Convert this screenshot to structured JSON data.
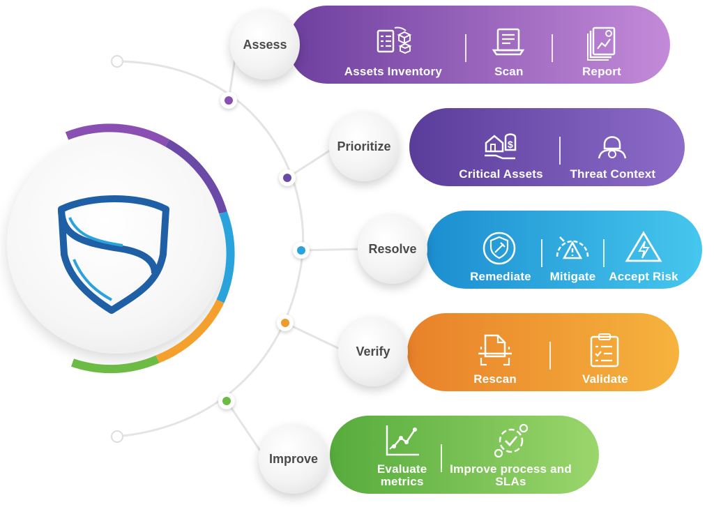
{
  "logo_icon": "shield-s-logo",
  "steps": [
    {
      "key": "assess",
      "label": "Assess",
      "colors": [
        "#6d3f9e",
        "#c48ad9"
      ],
      "dot": "#8a4fb3",
      "items": [
        {
          "label": "Assets Inventory",
          "icon": "checklist-boxes-icon"
        },
        {
          "label": "Scan",
          "icon": "laptop-document-icon"
        },
        {
          "label": "Report",
          "icon": "report-chart-icon"
        }
      ]
    },
    {
      "key": "prioritize",
      "label": "Prioritize",
      "colors": [
        "#5a3c9a",
        "#8d6cc9"
      ],
      "dot": "#6a4aa6",
      "items": [
        {
          "label": "Critical Assets",
          "icon": "assets-hand-icon"
        },
        {
          "label": "Threat Context",
          "icon": "hacker-icon"
        }
      ]
    },
    {
      "key": "resolve",
      "label": "Resolve",
      "colors": [
        "#1c8ed0",
        "#46c7ee"
      ],
      "dot": "#2aa3dc",
      "items": [
        {
          "label": "Remediate",
          "icon": "shield-syringe-icon"
        },
        {
          "label": "Mitigate",
          "icon": "gauge-warning-icon"
        },
        {
          "label": "Accept Risk",
          "icon": "high-voltage-icon"
        }
      ]
    },
    {
      "key": "verify",
      "label": "Verify",
      "colors": [
        "#e8812a",
        "#f6b33d"
      ],
      "dot": "#f09a2c",
      "items": [
        {
          "label": "Rescan",
          "icon": "document-scan-icon"
        },
        {
          "label": "Validate",
          "icon": "clipboard-check-icon"
        }
      ]
    },
    {
      "key": "improve",
      "label": "Improve",
      "colors": [
        "#56ab3c",
        "#9bd66c"
      ],
      "dot": "#6cbb45",
      "items": [
        {
          "label": "Evaluate metrics",
          "icon": "line-chart-icon"
        },
        {
          "label": "Improve process and SLAs",
          "icon": "gears-check-icon"
        }
      ]
    }
  ]
}
